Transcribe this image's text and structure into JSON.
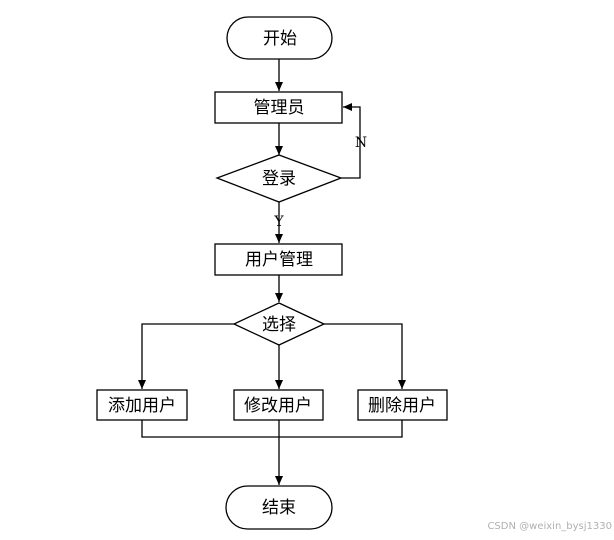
{
  "nodes": {
    "start": "开始",
    "admin": "管理员",
    "login": "登录",
    "user_management": "用户管理",
    "choose": "选择",
    "add_user": "添加用户",
    "edit_user": "修改用户",
    "delete_user": "删除用户",
    "end": "结束"
  },
  "edge_labels": {
    "login_no": "N",
    "login_yes": "Y"
  },
  "watermark": "CSDN @weixin_bysj1330"
}
